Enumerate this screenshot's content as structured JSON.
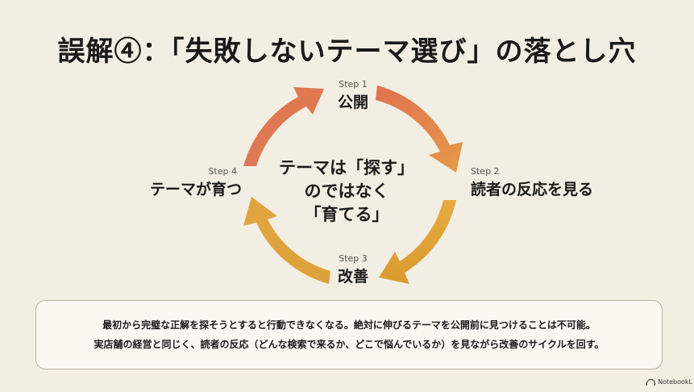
{
  "title": "誤解④：「失敗しないテーマ選び」の落とし穴",
  "steps": [
    {
      "num": "Step 1",
      "label": "公開"
    },
    {
      "num": "Step 2",
      "label": "読者の反応を見る"
    },
    {
      "num": "Step 3",
      "label": "改善"
    },
    {
      "num": "Step 4",
      "label": "テーマが育つ"
    }
  ],
  "center": {
    "line1": "テーマは「探す」",
    "line2": "のではなく",
    "line3": "「育てる」"
  },
  "note": {
    "line1": "最初から完璧な正解を探そうとすると行動できなくなる。絶対に伸びるテーマを公開前に見つけることは不可能。",
    "line2": "実店舗の経営と同じく、読者の反応（どんな検索で来るか、どこで悩んでいるか）を見ながら改善のサイクルを回す。"
  },
  "brand": "NotebookL",
  "colors": {
    "background": "#f3eee3",
    "arrow_orange": "#e07a4f",
    "arrow_red": "#d96a4e",
    "arrow_gold": "#d9a43a"
  }
}
